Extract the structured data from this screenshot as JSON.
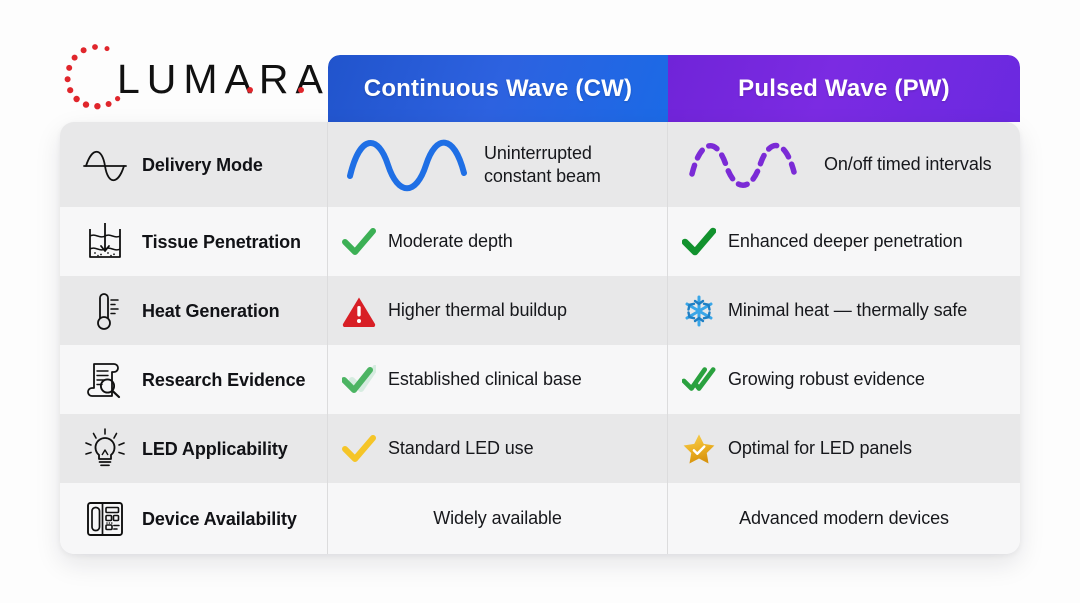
{
  "brand": {
    "name": "LUMARA",
    "mark_icon": "dotted-arc-icon",
    "mark_color": "#e0262c",
    "word_color": "#111111"
  },
  "header": {
    "columns": [
      {
        "label": "Continuous Wave (CW)",
        "accent": "#2154cc",
        "key": "cw"
      },
      {
        "label": "Pulsed Wave (PW)",
        "accent": "#7024d8",
        "key": "pw"
      }
    ]
  },
  "rows": [
    {
      "label": "Delivery Mode",
      "label_icon": "sine-wave-icon",
      "cw": {
        "text": "Uninterrupted constant beam",
        "icon": "blue-sine-wave-icon",
        "icon_color": "#1f6fe5"
      },
      "pw": {
        "text": "On/off timed intervals",
        "icon": "purple-dashed-sine-wave-icon",
        "icon_color": "#7b2bd6"
      }
    },
    {
      "label": "Tissue Penetration",
      "label_icon": "tissue-penetration-icon",
      "cw": {
        "text": "Moderate depth",
        "icon": "green-check-icon",
        "icon_color": "#3cb055"
      },
      "pw": {
        "text": "Enhanced deeper penetration",
        "icon": "green-check-bold-icon",
        "icon_color": "#12922e"
      }
    },
    {
      "label": "Heat Generation",
      "label_icon": "thermometer-icon",
      "cw": {
        "text": "Higher thermal buildup",
        "icon": "red-warning-triangle-icon",
        "icon_color": "#d81f26"
      },
      "pw": {
        "text": "Minimal heat — thermally safe",
        "icon": "snowflake-icon",
        "icon_color": "#2f9fe0"
      }
    },
    {
      "label": "Research Evidence",
      "label_icon": "document-magnifier-icon",
      "cw": {
        "text": "Established clinical base",
        "icon": "faded-check-icon",
        "icon_color": "#4cb463"
      },
      "pw": {
        "text": "Growing robust evidence",
        "icon": "green-double-check-icon",
        "icon_color": "#2aa13f"
      }
    },
    {
      "label": "LED Applicability",
      "label_icon": "lightbulb-icon",
      "cw": {
        "text": "Standard LED use",
        "icon": "yellow-check-icon",
        "icon_color": "#f5c528"
      },
      "pw": {
        "text": "Optimal for LED panels",
        "icon": "gold-star-check-icon",
        "icon_color": "#e8a81d"
      }
    },
    {
      "label": "Device Availability",
      "label_icon": "device-panel-icon",
      "cw": {
        "text": "Widely available",
        "icon": "",
        "icon_color": ""
      },
      "pw": {
        "text": "Advanced modern devices",
        "icon": "",
        "icon_color": ""
      }
    }
  ]
}
